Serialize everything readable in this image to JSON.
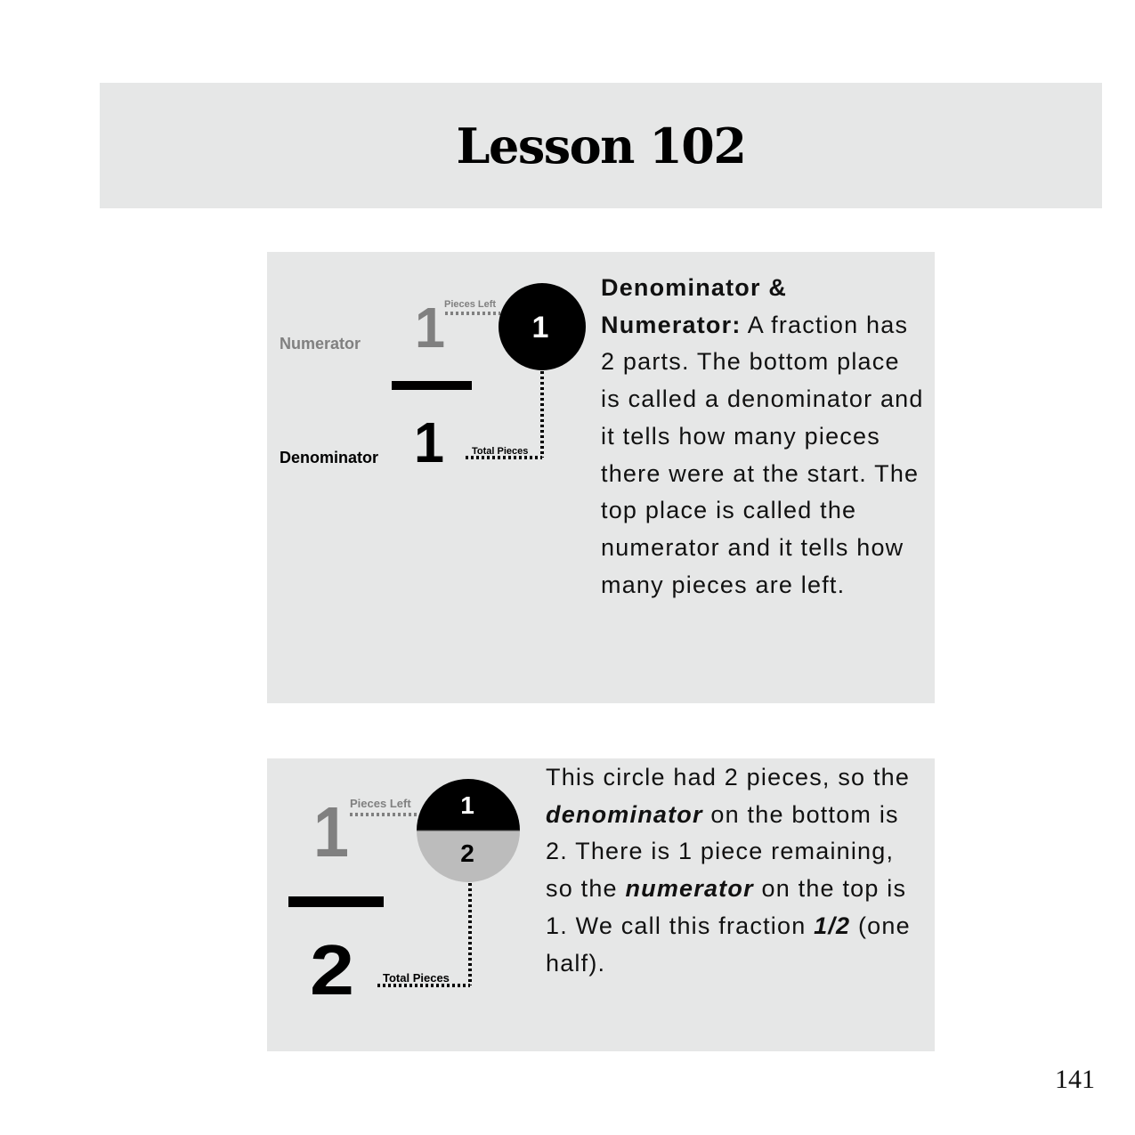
{
  "header": {
    "title": "Lesson 102"
  },
  "section1": {
    "diagram": {
      "numerator_label": "Numerator",
      "denominator_label": "Denominator",
      "numerator_value": "1",
      "denominator_value": "1",
      "pieces_left_label": "Pieces Left",
      "total_pieces_label": "Total Pieces",
      "circle_value": "1"
    },
    "heading": "Denominator & Numerator:",
    "body": " A fraction has 2 parts. The bottom place is called a denominator and it tells how many pieces there were at the start. The top place is called the numerator and it tells how many pieces are left."
  },
  "section2": {
    "diagram": {
      "numerator_value": "1",
      "denominator_value": "2",
      "pieces_left_label": "Pieces Left",
      "total_pieces_label": "Total Pieces",
      "circle_top_value": "1",
      "circle_bottom_value": "2"
    },
    "text_1": "This circle had 2 pieces, so the ",
    "emph_1": "denominator",
    "text_2": " on the bottom is 2. There is 1 piece remaining, so the ",
    "emph_2": "numerator",
    "text_3": " on the top is 1. We call this fraction ",
    "emph_3": "1/2",
    "text_4": " (one half)."
  },
  "page_number": "141",
  "colors": {
    "panel_bg": "#e6e7e7",
    "gray_text": "#808080",
    "circle_black": "#000000",
    "circle_gray": "#bcbcbc"
  }
}
